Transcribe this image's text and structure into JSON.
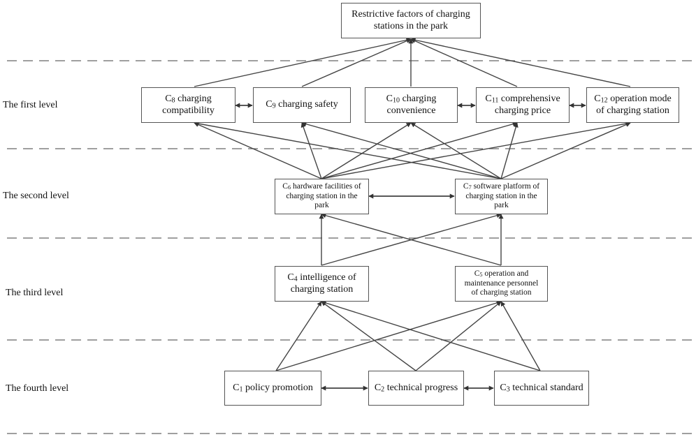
{
  "levels": {
    "first": "The first level",
    "second": "The second level",
    "third": "The third level",
    "fourth": "The fourth level"
  },
  "goal": {
    "line1": "Restrictive factors of charging",
    "line2": "stations in the park"
  },
  "nodes": {
    "c8": {
      "sym": "C",
      "sub": "8",
      "line1": " charging",
      "line2": "compatibility"
    },
    "c9": {
      "sym": "C",
      "sub": "9",
      "line1": " charging safety"
    },
    "c10": {
      "sym": "C",
      "sub": "10",
      "line1": " charging",
      "line2": "convenience"
    },
    "c11": {
      "sym": "C",
      "sub": "11",
      "line1": " comprehensive",
      "line2": "charging price"
    },
    "c12": {
      "sym": "C",
      "sub": "12",
      "line1": " operation mode",
      "line2": "of charging station"
    },
    "c6": {
      "sym": "C",
      "sub": "6",
      "line1": " hardware facilities of",
      "line2": "charging station in the",
      "line3": "park"
    },
    "c7": {
      "sym": "C",
      "sub": "7",
      "line1": " software platform of",
      "line2": "charging station in the",
      "line3": "park"
    },
    "c4": {
      "sym": "C",
      "sub": "4",
      "line1": " intelligence of",
      "line2": "charging station"
    },
    "c5": {
      "sym": "C",
      "sub": "5",
      "line1": " operation and",
      "line2": "maintenance personnel",
      "line3": "of charging station"
    },
    "c1": {
      "sym": "C",
      "sub": "1",
      "line1": " policy promotion"
    },
    "c2": {
      "sym": "C",
      "sub": "2",
      "line1": " technical progress"
    },
    "c3": {
      "sym": "C",
      "sub": "3",
      "line1": " technical standard"
    }
  }
}
